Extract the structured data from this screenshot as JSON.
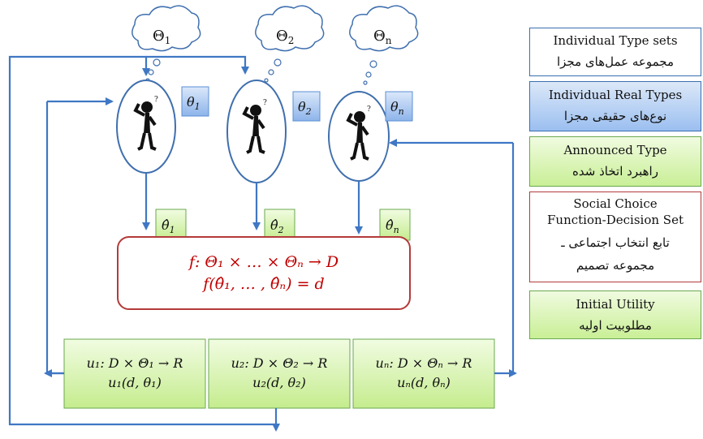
{
  "agents": [
    {
      "thought": "Θ",
      "thought_sub": "1",
      "real_type": "θ",
      "real_sub": "1",
      "announced": "θ̂",
      "announced_sub": "1"
    },
    {
      "thought": "Θ",
      "thought_sub": "2",
      "real_type": "θ",
      "real_sub": "2",
      "announced": "θ̂",
      "announced_sub": "2"
    },
    {
      "thought": "Θ",
      "thought_sub": "n",
      "real_type": "θ",
      "real_sub": "n",
      "announced": "θ̂",
      "announced_sub": "n"
    }
  ],
  "social_choice_box": {
    "line1": "f: Θ₁ × … × Θₙ → D",
    "line2": "f(θ̂₁, … , θ̂ₙ) = d"
  },
  "utilities": [
    {
      "line1": "u₁: D × Θ₁ → R",
      "line2": "u₁(d, θ₁)"
    },
    {
      "line1": "u₂: D × Θ₂ → R",
      "line2": "u₂(d, θ₂)"
    },
    {
      "line1": "uₙ: D × Θₙ → R",
      "line2": "uₙ(d, θₙ)"
    }
  ],
  "legend": {
    "type_sets": {
      "en": "Individual Type sets",
      "fa": "مجموعه عمل‌های مجزا"
    },
    "real_types": {
      "en": "Individual Real Types",
      "fa": "نوع‌های حقیقی مجزا"
    },
    "announced": {
      "en": "Announced Type",
      "fa": "راهبرد اتخاذ شده"
    },
    "social_choice": {
      "en1": "Social Choice",
      "en2": "Function-Decision Set",
      "fa1": "تابع انتخاب اجتماعی ـ",
      "fa2": "مجموعه تصمیم"
    },
    "utility": {
      "en": "Initial Utility",
      "fa": "مطلوبیت اولیه"
    }
  },
  "colors": {
    "arrow": "#3f77c4",
    "ellipse_stroke": "#3f6fae",
    "red_border": "#b33a3a",
    "formula_text": "#c00000",
    "green_fill": "#d4f4a8",
    "green_border": "#6aa84f",
    "blue_fill": "#a9c7f2"
  }
}
